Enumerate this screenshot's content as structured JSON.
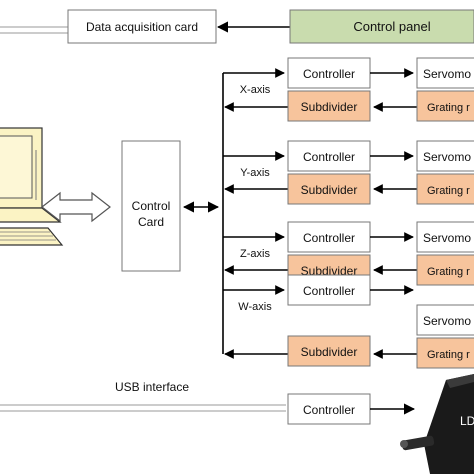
{
  "top": {
    "daq_card": "Data acquisition card",
    "control_panel": "Control panel"
  },
  "control_card": {
    "line1": "Control",
    "line2": "Card"
  },
  "axes": [
    {
      "axis_label": "X-axis",
      "controller": "Controller",
      "subdivider": "Subdivider",
      "servo": "Servomo",
      "grating": "Grating r"
    },
    {
      "axis_label": "Y-axis",
      "controller": "Controller",
      "subdivider": "Subdivider",
      "servo": "Servomo",
      "grating": "Grating r"
    },
    {
      "axis_label": "Z-axis",
      "controller": "Controller",
      "subdivider": "Subdivider",
      "servo": "Servomo",
      "grating": "Grating r"
    },
    {
      "axis_label": "W-axis",
      "controller": "Controller",
      "subdivider": "Subdivider",
      "servo": "Servomo",
      "grating": "Grating r"
    }
  ],
  "usb": {
    "label": "USB interface",
    "controller": "Controller",
    "device_label": "LD"
  },
  "colors": {
    "control_panel_fill": "#c9dcae",
    "subdivider_fill": "#f7c49c",
    "grating_fill": "#f7c49c",
    "box_fill": "#ffffff",
    "monitor_fill": "#fbf3c4",
    "line": "#000000",
    "device": "#1a1a1a"
  },
  "icons": {
    "computer": "desktop-computer-icon",
    "bidirectional_arrow": "double-arrow-icon",
    "device": "laser-device-icon"
  }
}
